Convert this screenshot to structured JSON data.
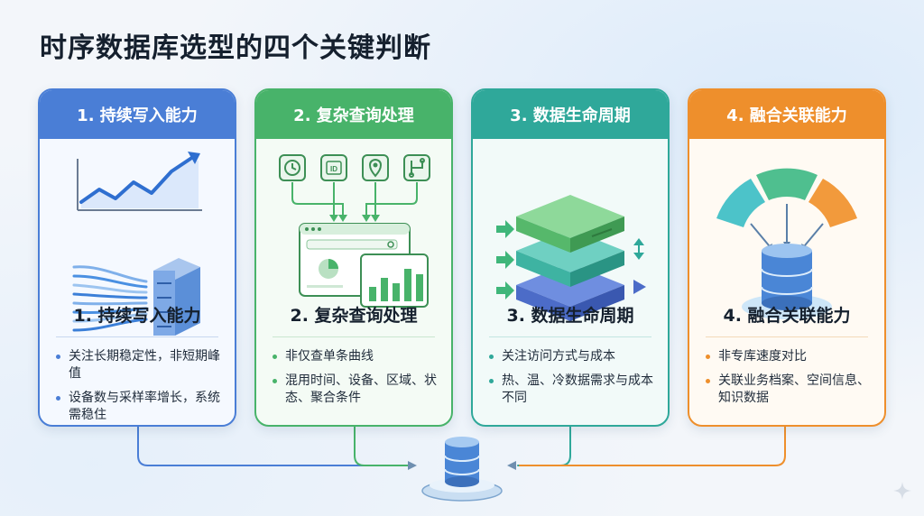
{
  "page": {
    "title": "时序数据库选型的四个关键判断"
  },
  "colors": {
    "blue": "#4a7ed6",
    "green": "#48b36a",
    "teal": "#2fa89a",
    "orange": "#ee8f2c"
  },
  "cards": [
    {
      "header": "1. 持续写入能力",
      "title": "1. 持续写入能力",
      "illustration": "trend-chart-and-server",
      "bullets": [
        "关注长期稳定性，非短期峰值",
        "设备数与采样率增长，系统需稳住"
      ]
    },
    {
      "header": "2. 复杂查询处理",
      "title": "2. 复杂查询处理",
      "illustration": "filters-into-dashboard",
      "icons": [
        "clock-icon",
        "id-icon",
        "location-pin-icon",
        "branch-icon"
      ],
      "filter_icon_labels": {
        "id": "ID"
      },
      "bullets": [
        "非仅查单条曲线",
        "混用时间、设备、区域、状态、聚合条件"
      ]
    },
    {
      "header": "3. 数据生命周期",
      "title": "3. 数据生命周期",
      "illustration": "tiered-storage-layers",
      "bullets": [
        "关注访问方式与成本",
        "热、温、冷数据需求与成本不同"
      ]
    },
    {
      "header": "4. 融合关联能力",
      "title": "4. 融合关联能力",
      "illustration": "segments-into-database",
      "bullets": [
        "非专库速度对比",
        "关联业务档案、空间信息、知识数据"
      ]
    }
  ]
}
